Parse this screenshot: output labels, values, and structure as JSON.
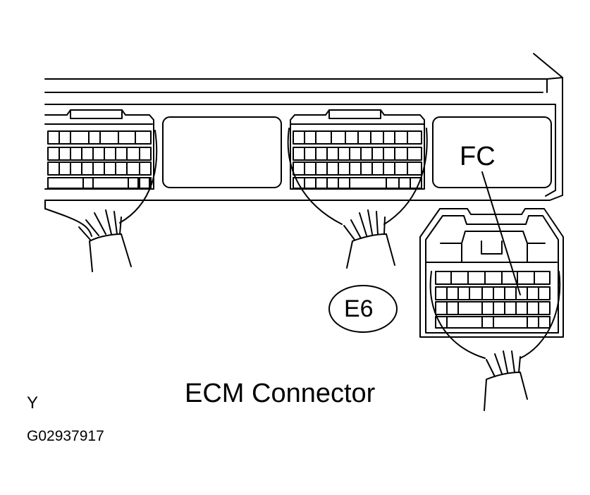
{
  "figure": {
    "caption": "ECM Connector",
    "corner_mark": "Y",
    "figure_id": "G02937917"
  },
  "labels": {
    "terminal": "FC",
    "connector": "E6"
  },
  "colors": {
    "ink": "#000000",
    "paper": "#ffffff"
  }
}
